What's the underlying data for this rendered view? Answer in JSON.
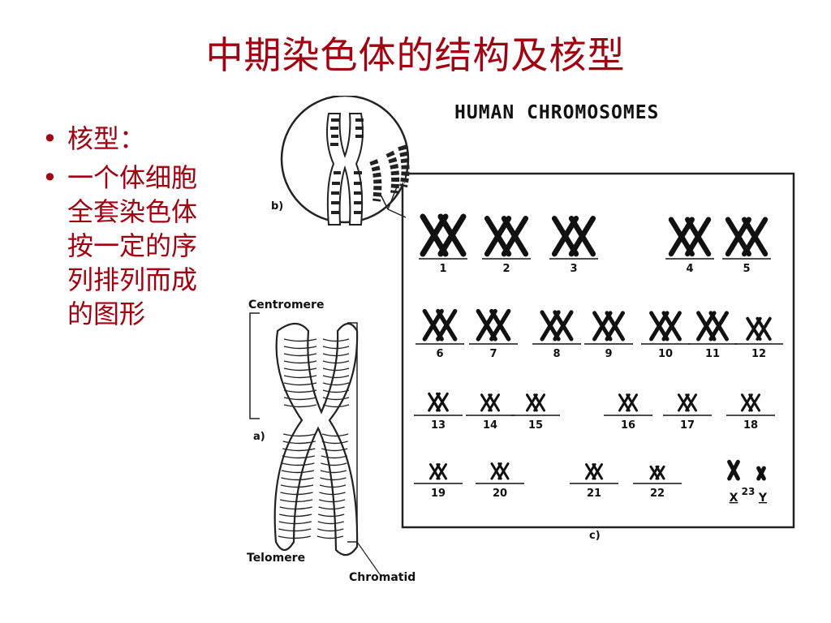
{
  "title": "中期染色体的结构及核型",
  "bullets": [
    "核型：",
    "一个体细胞全套染色体按一定的序列排列而成的图形"
  ],
  "figure": {
    "title": "HUMAN CHROMOSOMES",
    "panel_a_label": "a)",
    "panel_b_label": "b)",
    "panel_c_label": "c)",
    "centromere_label": "Centromere",
    "telomere_label": "Telomere",
    "chromatid_label": "Chromatid",
    "karyotype_numbers": [
      "1",
      "2",
      "3",
      "4",
      "5",
      "6",
      "7",
      "8",
      "9",
      "10",
      "11",
      "12",
      "13",
      "14",
      "15",
      "16",
      "17",
      "18",
      "19",
      "20",
      "21",
      "22"
    ],
    "sex_chromosomes": {
      "x": "X",
      "number": "23",
      "y": "Y"
    }
  }
}
